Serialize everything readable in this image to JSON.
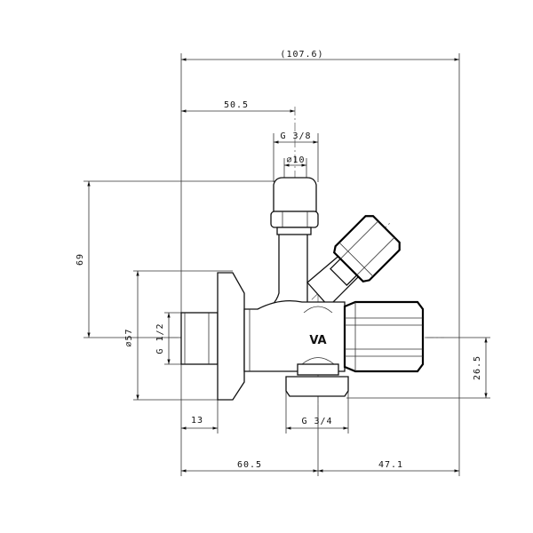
{
  "drawing": {
    "marking": "VA",
    "dimensions": {
      "overall_width": "(107.6)",
      "top_offset": "50.5",
      "top_thread": "G 3/8",
      "top_diameter": "∅10",
      "height": "69",
      "flange_diameter": "∅57",
      "inlet_thread": "G 1/2",
      "inlet_length": "13",
      "outlet_thread": "G 3/4",
      "left_to_center": "60.5",
      "center_to_right": "47.1",
      "outlet_depth": "26.5"
    }
  }
}
